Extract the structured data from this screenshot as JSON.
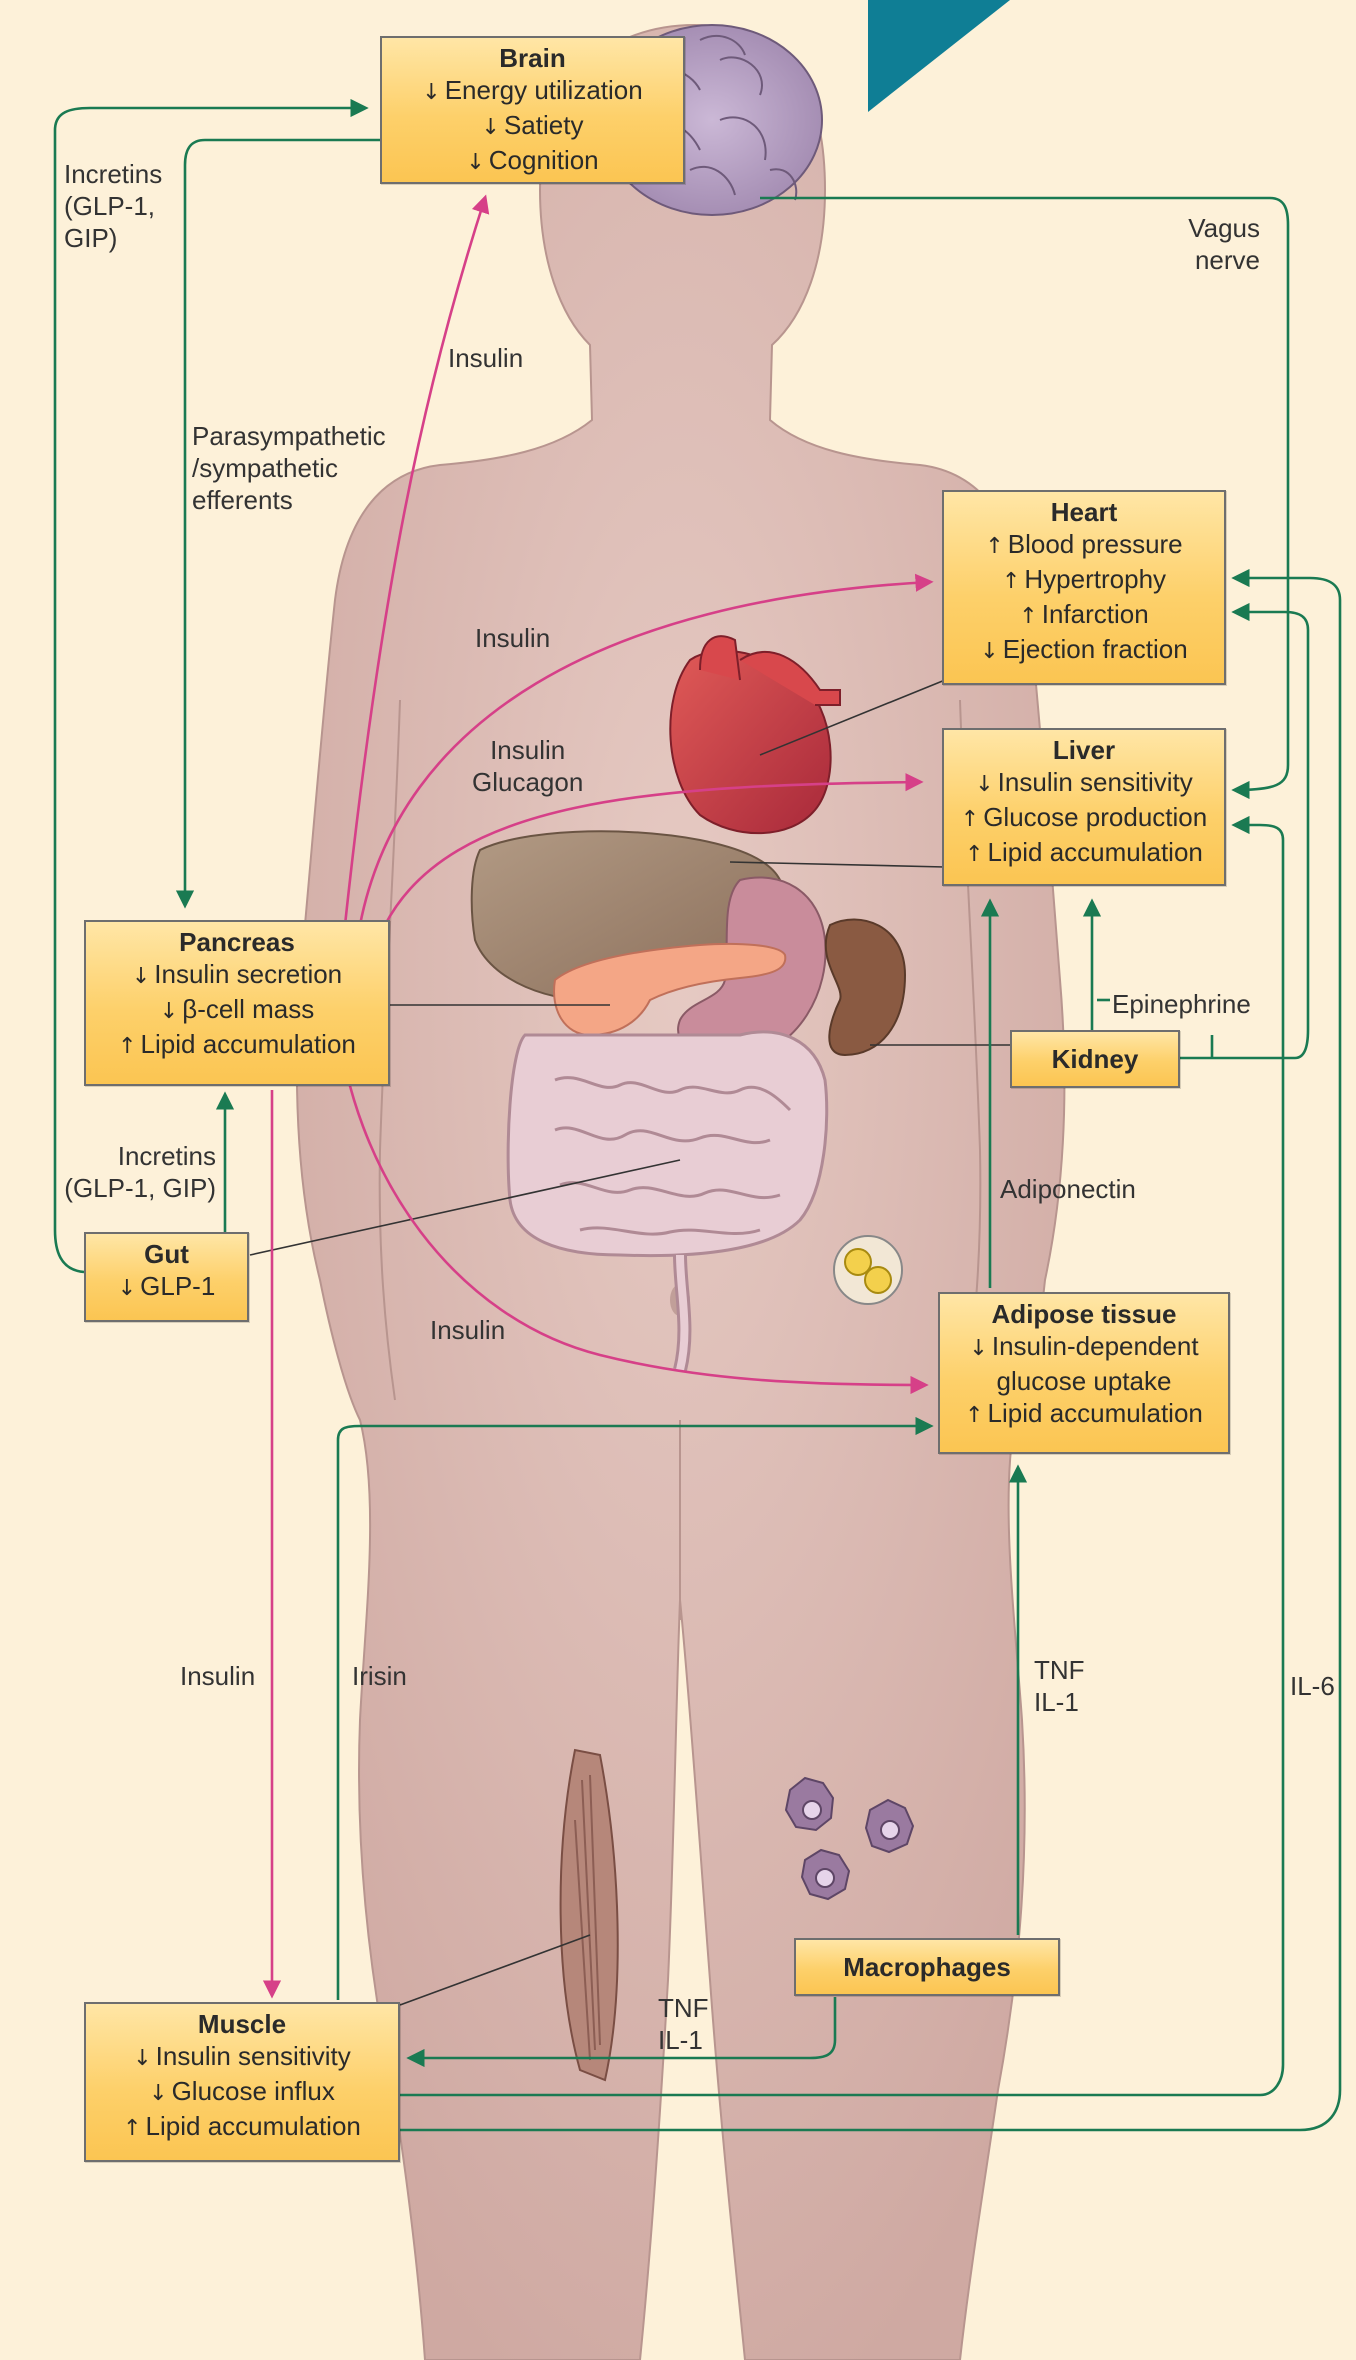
{
  "colors": {
    "background": "#fdf1d9",
    "box_fill": "#fdd06a",
    "green_pathway": "#1a7a52",
    "magenta_insulin": "#d64088",
    "body_skin": "#dcbcb6",
    "teal_corner": "#0f7e95"
  },
  "boxes": {
    "brain": {
      "title": "Brain",
      "lines": [
        {
          "arrow": "↓",
          "text": "Energy utilization"
        },
        {
          "arrow": "↓",
          "text": "Satiety"
        },
        {
          "arrow": "↓",
          "text": "Cognition"
        }
      ]
    },
    "heart": {
      "title": "Heart",
      "lines": [
        {
          "arrow": "↑",
          "text": "Blood pressure"
        },
        {
          "arrow": "↑",
          "text": "Hypertrophy"
        },
        {
          "arrow": "↑",
          "text": "Infarction"
        },
        {
          "arrow": "↓",
          "text": "Ejection fraction"
        }
      ]
    },
    "liver": {
      "title": "Liver",
      "lines": [
        {
          "arrow": "↓",
          "text": "Insulin sensitivity"
        },
        {
          "arrow": "↑",
          "text": "Glucose production"
        },
        {
          "arrow": "↑",
          "text": "Lipid accumulation"
        }
      ]
    },
    "pancreas": {
      "title": "Pancreas",
      "lines": [
        {
          "arrow": "↓",
          "text": "Insulin secretion"
        },
        {
          "arrow": "↓",
          "text": "β-cell mass"
        },
        {
          "arrow": "↑",
          "text": "Lipid accumulation"
        }
      ]
    },
    "kidney": {
      "title": "Kidney",
      "lines": []
    },
    "gut": {
      "title": "Gut",
      "lines": [
        {
          "arrow": "↓",
          "text": "GLP-1"
        }
      ]
    },
    "adipose": {
      "title": "Adipose tissue",
      "lines": [
        {
          "arrow": "↓",
          "text": "Insulin-dependent"
        },
        {
          "arrow": "",
          "text": "glucose uptake"
        },
        {
          "arrow": "↑",
          "text": "Lipid accumulation"
        }
      ]
    },
    "macrophages": {
      "title": "Macrophages",
      "lines": []
    },
    "muscle": {
      "title": "Muscle",
      "lines": [
        {
          "arrow": "↓",
          "text": "Insulin sensitivity"
        },
        {
          "arrow": "↓",
          "text": "Glucose influx"
        },
        {
          "arrow": "↑",
          "text": "Lipid accumulation"
        }
      ]
    }
  },
  "labels": {
    "incretins_top": [
      "Incretins",
      "(GLP-1,",
      "GIP)"
    ],
    "vagus": [
      "Vagus",
      "nerve"
    ],
    "insulin_brain": [
      "Insulin"
    ],
    "parasym": [
      "Parasympathetic",
      "/sympathetic",
      "efferents"
    ],
    "insulin_heart": [
      "Insulin"
    ],
    "insulin_glucagon": [
      "Insulin",
      "Glucagon"
    ],
    "epinephrine": [
      "Epinephrine"
    ],
    "incretins_gut": [
      "Incretins",
      "(GLP-1, GIP)"
    ],
    "adiponectin": [
      "Adiponectin"
    ],
    "insulin_adipose": [
      "Insulin"
    ],
    "insulin_muscle": [
      "Insulin"
    ],
    "irisin": [
      "Irisin"
    ],
    "tnf_il1_adipose": [
      "TNF",
      "IL-1"
    ],
    "il6": [
      "IL-6"
    ],
    "tnf_il1_muscle": [
      "TNF",
      "IL-1"
    ]
  }
}
